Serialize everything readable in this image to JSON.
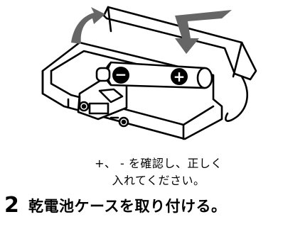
{
  "figure": {
    "caption_line1": "+、 - を確認し、正しく",
    "caption_line2": "入れてください。",
    "step_number": "2",
    "step_text": "乾電池ケースを取り付ける。",
    "battery_minus_symbol": "−",
    "battery_plus_symbol": "+"
  },
  "icons": {
    "open_lid_arrow": "curved-arrow-icon",
    "insert_arrow": "bent-down-arrow-icon"
  }
}
